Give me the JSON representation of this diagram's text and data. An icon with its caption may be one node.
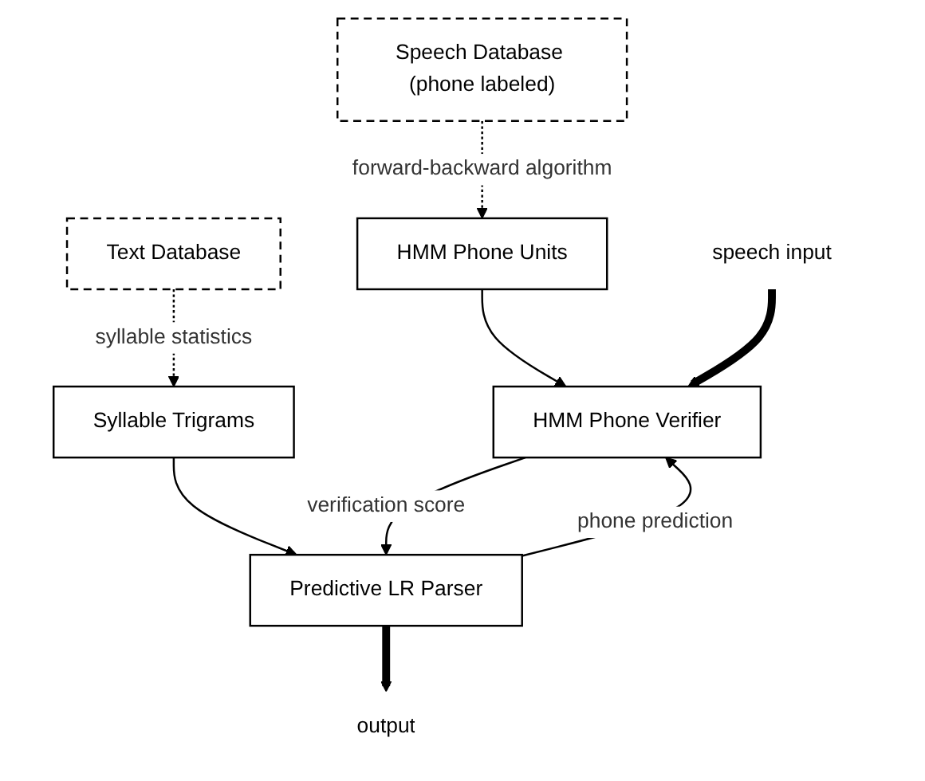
{
  "diagram": {
    "nodes": [
      {
        "text": [
          "Speech Database (phone labeled)"
        ]
      },
      {
        "text": [
          "Text Database"
        ]
      },
      {
        "text": [
          "HMM Phone Units"
        ]
      },
      {
        "text": [
          "Syllable Trigrams"
        ]
      },
      {
        "text": [
          "HMM Phone Verifier"
        ]
      },
      {
        "text": [
          "Predictive LR Parser"
        ]
      },
      {
        "text": [
          "speech input"
        ]
      },
      {
        "text": [
          "output"
        ]
      }
    ],
    "edges": [
      {
        "from": 0,
        "to": 2,
        "arrow": "to",
        "style": "dashed",
        "label": "forward-backward algorithm"
      },
      {
        "from": 1,
        "to": 3,
        "arrow": "to",
        "style": "dashed",
        "label": "syllable statistics"
      },
      {
        "from": 2,
        "to": 4,
        "arrow": "to"
      },
      {
        "from": 3,
        "to": 5,
        "arrow": "to"
      },
      {
        "from": 5,
        "to": 4,
        "arrow": "to",
        "label": "phone prediction"
      },
      {
        "from": 4,
        "to": 5,
        "arrow": "to",
        "label": "verification score"
      },
      {
        "from": 6,
        "to": 4,
        "arrow": "to",
        "style": "thick"
      },
      {
        "from": 5,
        "to": 7,
        "arrow": "to",
        "style": "thick"
      }
    ]
  }
}
